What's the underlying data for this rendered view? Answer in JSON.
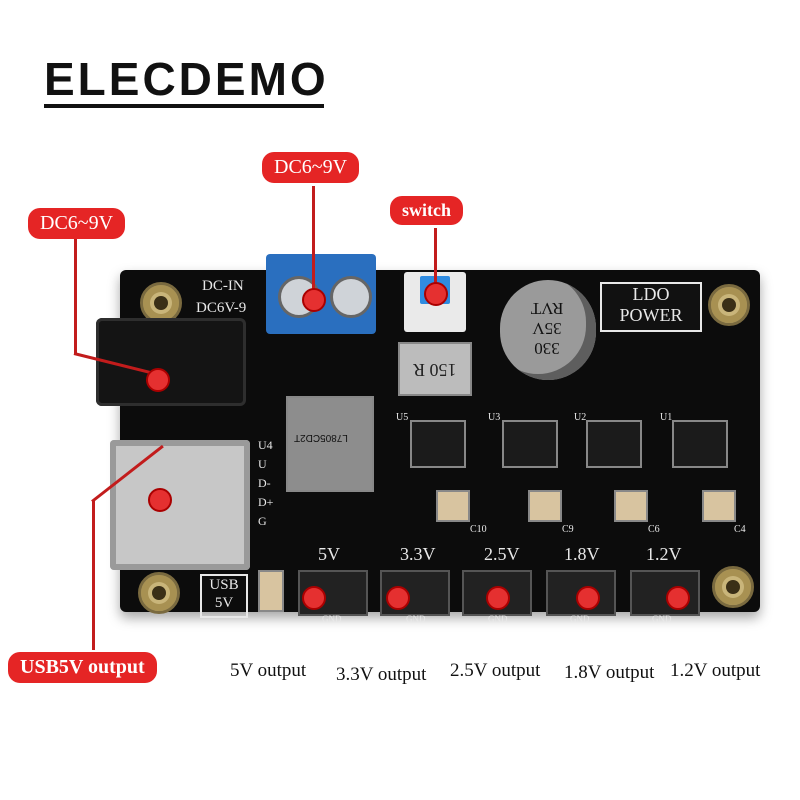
{
  "brand": "ELECDEMO",
  "callouts": {
    "dc_left": "DC6~9V",
    "dc_top": "DC6~9V",
    "switch": "switch",
    "usb_output": "USB5V output"
  },
  "outputs": [
    "5V output",
    "3.3V output",
    "2.5V output",
    "1.8V output",
    "1.2V output"
  ],
  "board": {
    "dc_in": "DC-IN",
    "dc_range": "DC6V-9",
    "ldo_line1": "LDO",
    "ldo_line2": "POWER",
    "usb_text_1": "USB",
    "usb_text_2": "5V",
    "rails": [
      "5V",
      "3.3V",
      "2.5V",
      "1.8V",
      "1.2V"
    ],
    "cap_text": [
      "330",
      "35V",
      "RVT"
    ],
    "inductor_text": "150 R",
    "regulator_text": "L7805CD2T",
    "usb_pins": [
      "U4",
      "U",
      "D-",
      "D+",
      "G"
    ],
    "ref_u": [
      "U5",
      "U3",
      "U2",
      "U1"
    ],
    "ref_c": [
      "C10",
      "C9",
      "C6",
      "C4"
    ],
    "gnd": "GND"
  },
  "colors": {
    "accent": "#e52525",
    "pcb": "#0c0c0c",
    "terminal": "#2a6fbf"
  }
}
